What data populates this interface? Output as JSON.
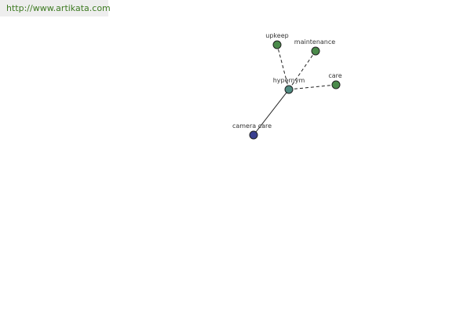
{
  "header": {
    "url": "http://www.artikata.com"
  },
  "colors": {
    "url_text": "#3d7a21",
    "url_bg": "#eeeeee",
    "center_node": "#4f8a80",
    "related_node": "#4a8a4a",
    "root_node": "#3a3f8f",
    "edge": "#222222"
  },
  "graph": {
    "nodes": {
      "upkeep": {
        "label": "upkeep",
        "kind": "related"
      },
      "maintenance": {
        "label": "maintenance",
        "kind": "related"
      },
      "hypernym": {
        "label": "hypernym",
        "kind": "center"
      },
      "care": {
        "label": "care",
        "kind": "related"
      },
      "camera_care": {
        "label": "camera care",
        "kind": "root"
      }
    },
    "edges": [
      {
        "from": "hypernym",
        "to": "upkeep",
        "style": "dashed"
      },
      {
        "from": "hypernym",
        "to": "maintenance",
        "style": "dashed"
      },
      {
        "from": "hypernym",
        "to": "care",
        "style": "dashed"
      },
      {
        "from": "hypernym",
        "to": "camera_care",
        "style": "solid"
      }
    ]
  }
}
